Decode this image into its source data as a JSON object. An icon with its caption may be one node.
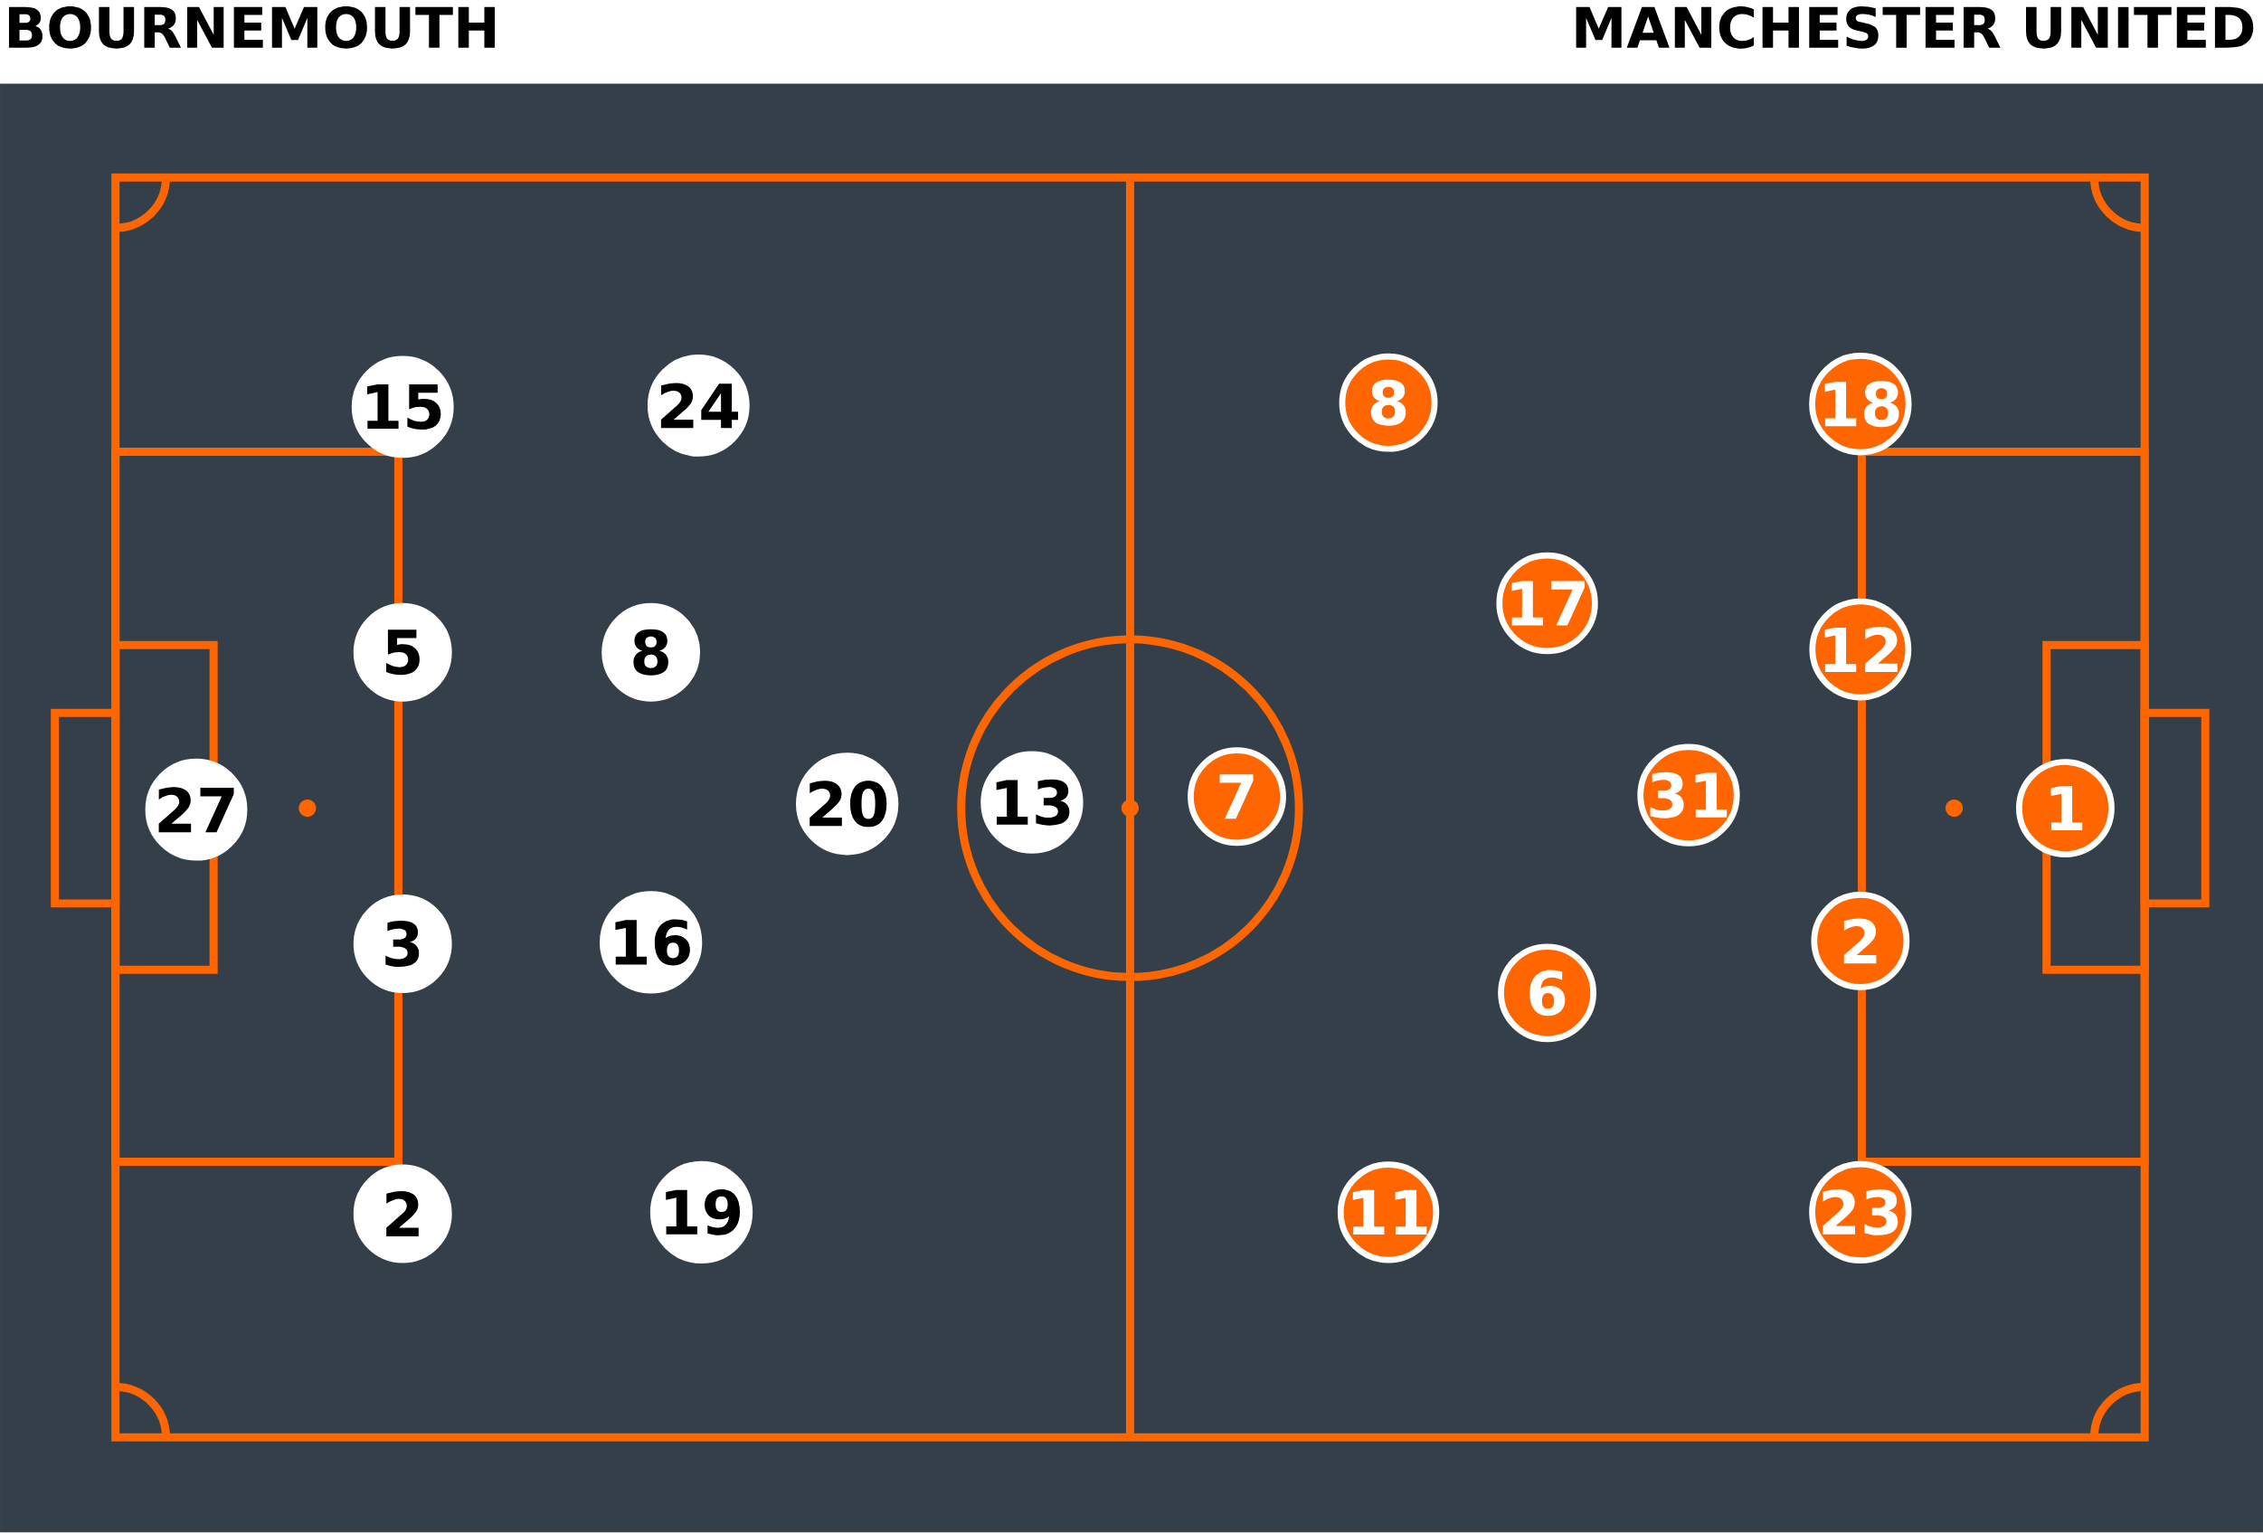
{
  "diagram": {
    "nodes": [
      {
        "text": [
          "15"
        ]
      },
      {
        "text": [
          "24"
        ]
      },
      {
        "text": [
          "5"
        ]
      },
      {
        "text": [
          "8"
        ]
      },
      {
        "text": [
          "27"
        ]
      },
      {
        "text": [
          "20"
        ]
      },
      {
        "text": [
          "13"
        ]
      },
      {
        "text": [
          "3"
        ]
      },
      {
        "text": [
          "16"
        ]
      },
      {
        "text": [
          "2"
        ]
      },
      {
        "text": [
          "19"
        ]
      },
      {
        "text": [
          "8"
        ]
      },
      {
        "text": [
          "18"
        ]
      },
      {
        "text": [
          "17"
        ]
      },
      {
        "text": [
          "12"
        ]
      },
      {
        "text": [
          "7"
        ]
      },
      {
        "text": [
          "31"
        ]
      },
      {
        "text": [
          "1"
        ]
      },
      {
        "text": [
          "2"
        ]
      },
      {
        "text": [
          "6"
        ]
      },
      {
        "text": [
          "11"
        ]
      },
      {
        "text": [
          "23"
        ]
      }
    ],
    "labels": [
      "BOURNEMOUTH",
      "MANCHESTER UNITED"
    ]
  }
}
